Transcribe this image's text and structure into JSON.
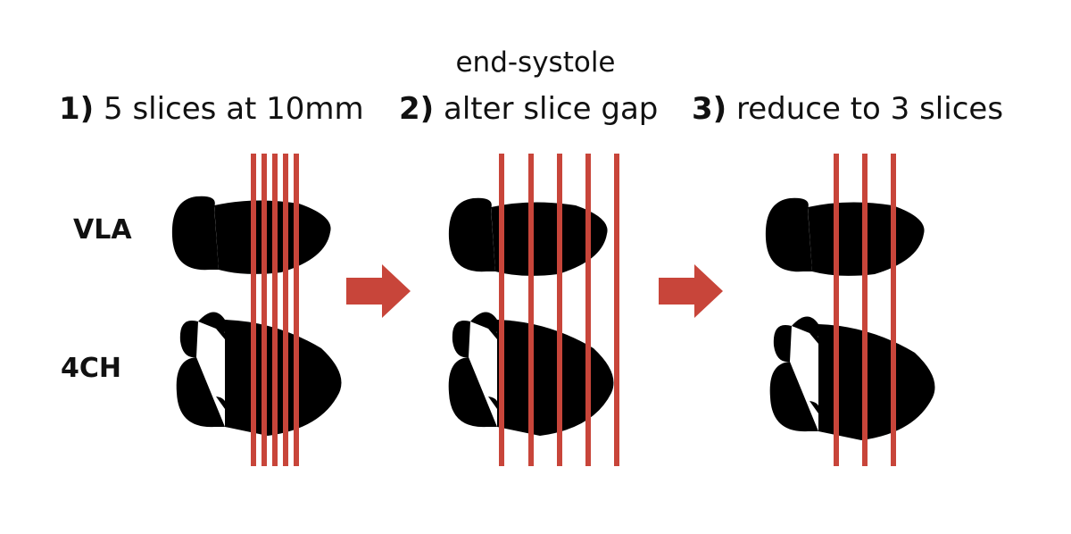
{
  "title": "end-systole",
  "steps": [
    {
      "num": "1)",
      "text": "5 slices at 10mm"
    },
    {
      "num": "2)",
      "text": "alter slice gap"
    },
    {
      "num": "3)",
      "text": "reduce to 3 slices"
    }
  ],
  "rows": {
    "vla": "VLA",
    "four_ch": "4CH"
  },
  "colors": {
    "slice": "#c8453a",
    "outline": "#111111"
  }
}
